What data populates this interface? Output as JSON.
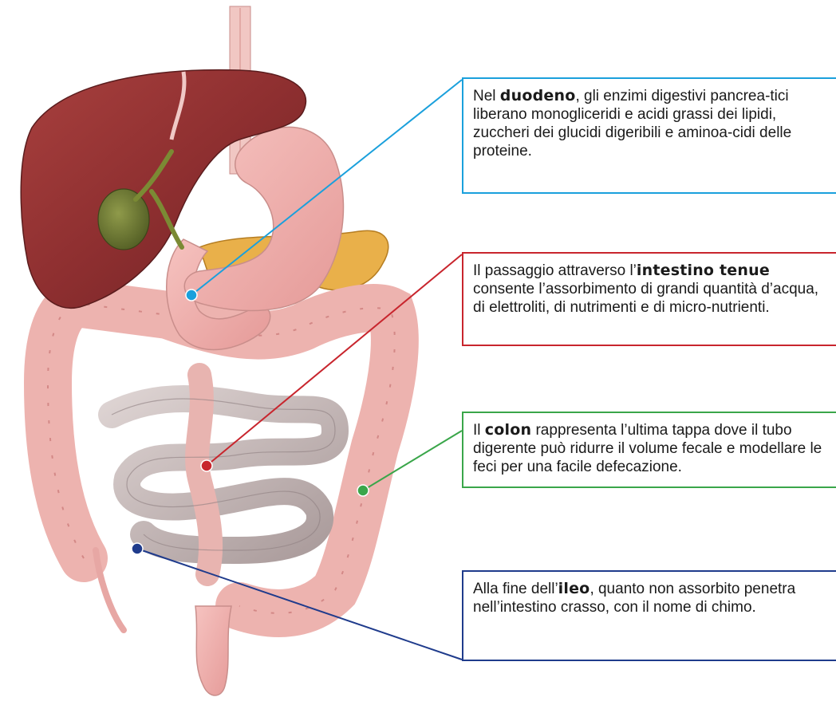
{
  "callouts": [
    {
      "id": "duodeno",
      "color": "#1aa0dc",
      "pre": "Nel ",
      "keyword": "duodeno",
      "post": ", gli enzimi digestivi pancrea-tici liberano monogliceridi e acidi grassi dei lipidi, zuccheri dei glucidi digeribili e aminoa-cidi delle proteine."
    },
    {
      "id": "intestino-tenue",
      "color": "#c8252d",
      "pre": "Il passaggio attraverso l’",
      "keyword": "intestino tenue",
      "post": " consente l’assorbimento di grandi quantità d’acqua, di elettroliti, di nutrimenti e di micro-nutrienti."
    },
    {
      "id": "colon",
      "color": "#3aa64a",
      "pre": "Il ",
      "keyword": "colon",
      "post": " rappresenta l’ultima tappa dove il tubo digerente può ridurre il volume fecale e modellare le feci per una facile defecazione."
    },
    {
      "id": "ileo",
      "color": "#1f3b8c",
      "pre": "Alla fine dell’",
      "keyword": "ileo",
      "post": ", quanto non assorbito penetra nell’intestino crasso, con il nome di chimo."
    }
  ]
}
